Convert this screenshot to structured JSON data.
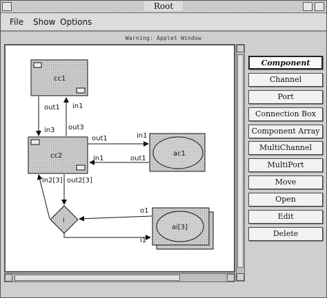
{
  "window": {
    "title": "Root"
  },
  "menu": {
    "items": [
      "File",
      "Show",
      "Options"
    ]
  },
  "warning": "Warning: Applet Window",
  "palette": {
    "items": [
      "Component",
      "Channel",
      "Port",
      "Connection Box",
      "Component Array",
      "MultiChannel",
      "MultiPort",
      "Move",
      "Open",
      "Edit",
      "Delete"
    ],
    "active": "Component"
  },
  "diagram": {
    "nodes": {
      "cc1": "cc1",
      "cc2": "cc2",
      "ac1": "ac1",
      "ai3": "ai[3]",
      "decision": "i"
    },
    "labels": {
      "out1_a": "out1",
      "in1_a": "in1",
      "in3": "in3",
      "out3": "out3",
      "out1_b": "out1",
      "in1_b": "in1",
      "in1_c": "in1",
      "out1_c": "out1",
      "in2_3": "in2[3]",
      "out2_3": "out2[3]",
      "o1": "o1",
      "i1": "i1"
    }
  },
  "colors": {
    "box_fill": "#c8c8c8",
    "shadow": "#b0b0b0",
    "canvas": "#ffffff"
  }
}
